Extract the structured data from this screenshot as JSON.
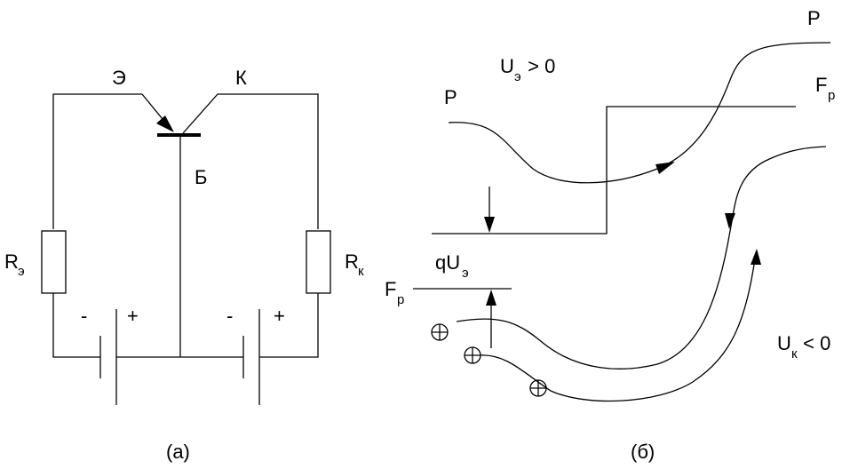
{
  "circuit": {
    "emitter_label": "Э",
    "collector_label": "К",
    "base_label": "Б",
    "re_main": "R",
    "re_sub": "э",
    "rk_main": "R",
    "rk_sub": "к",
    "minus": "-",
    "plus": "+",
    "caption": "(а)"
  },
  "band": {
    "p_left": "P",
    "p_right": "P",
    "fp_right_main": "F",
    "fp_right_sub": "p",
    "fp_left_main": "F",
    "fp_left_sub": "p",
    "ue_main": "U",
    "ue_sub": "э",
    "ue_cond": " > 0",
    "que_main": "qU",
    "que_sub": "э",
    "uk_main": "U",
    "uk_sub": "к",
    "uk_cond": " < 0",
    "caption": "(б)"
  }
}
